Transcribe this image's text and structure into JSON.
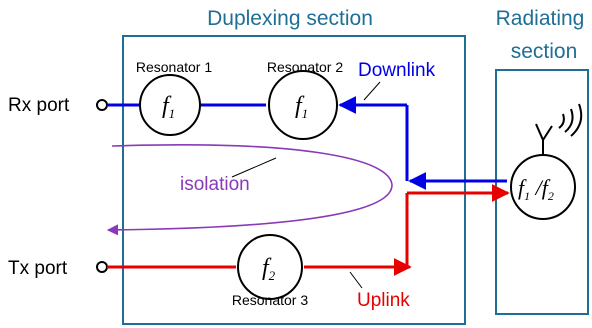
{
  "sections": {
    "duplexing": "Duplexing section",
    "radiating_line1": "Radiating",
    "radiating_line2": "section"
  },
  "ports": {
    "rx": "Rx port",
    "tx": "Tx port"
  },
  "resonators": [
    {
      "label": "Resonator 1",
      "freq": "f",
      "sub": "1"
    },
    {
      "label": "Resonator 2",
      "freq": "f",
      "sub": "1"
    },
    {
      "label": "Resonator 3",
      "freq": "f",
      "sub": "2"
    }
  ],
  "antenna": {
    "freq_a": "f",
    "sub_a": "1",
    "sep": " /",
    "freq_b": "f",
    "sub_b": "2"
  },
  "paths": {
    "downlink": "Downlink",
    "uplink": "Uplink",
    "isolation": "isolation"
  },
  "colors": {
    "frame": "#1f6e96",
    "title": "#1f6e96",
    "downlink": "#0000e6",
    "uplink": "#e60000",
    "isolation": "#8a3ab9",
    "node": "#000000"
  }
}
